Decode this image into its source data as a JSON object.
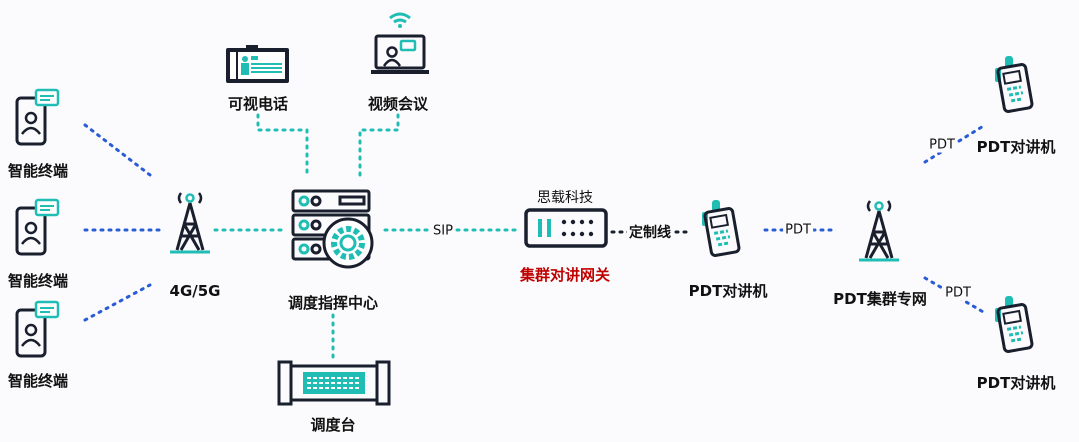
{
  "colors": {
    "teal": "#1fbdb4",
    "dark": "#1a1f2e",
    "blue": "#2a5bd7",
    "red": "#c00000"
  },
  "terminals": [
    {
      "label": "智能终端"
    },
    {
      "label": "智能终端"
    },
    {
      "label": "智能终端"
    }
  ],
  "tower_4g": {
    "label": "4G/5G"
  },
  "video_phone": {
    "label": "可视电话"
  },
  "video_conference": {
    "label": "视频会议"
  },
  "dispatch_center": {
    "label": "调度指挥中心"
  },
  "dispatch_console": {
    "label": "调度台"
  },
  "links": {
    "sip": "SIP",
    "custom_line": "定制线",
    "pdt": "PDT",
    "pdt_upper": "PDT",
    "pdt_lower": "PDT"
  },
  "gateway": {
    "vendor": "思载科技",
    "label": "集群对讲网关"
  },
  "pdt_radio_center": {
    "label": "PDT对讲机"
  },
  "pdt_network": {
    "label": "PDT集群专网"
  },
  "pdt_radio_upper": {
    "label": "PDT对讲机"
  },
  "pdt_radio_lower": {
    "label": "PDT对讲机"
  }
}
